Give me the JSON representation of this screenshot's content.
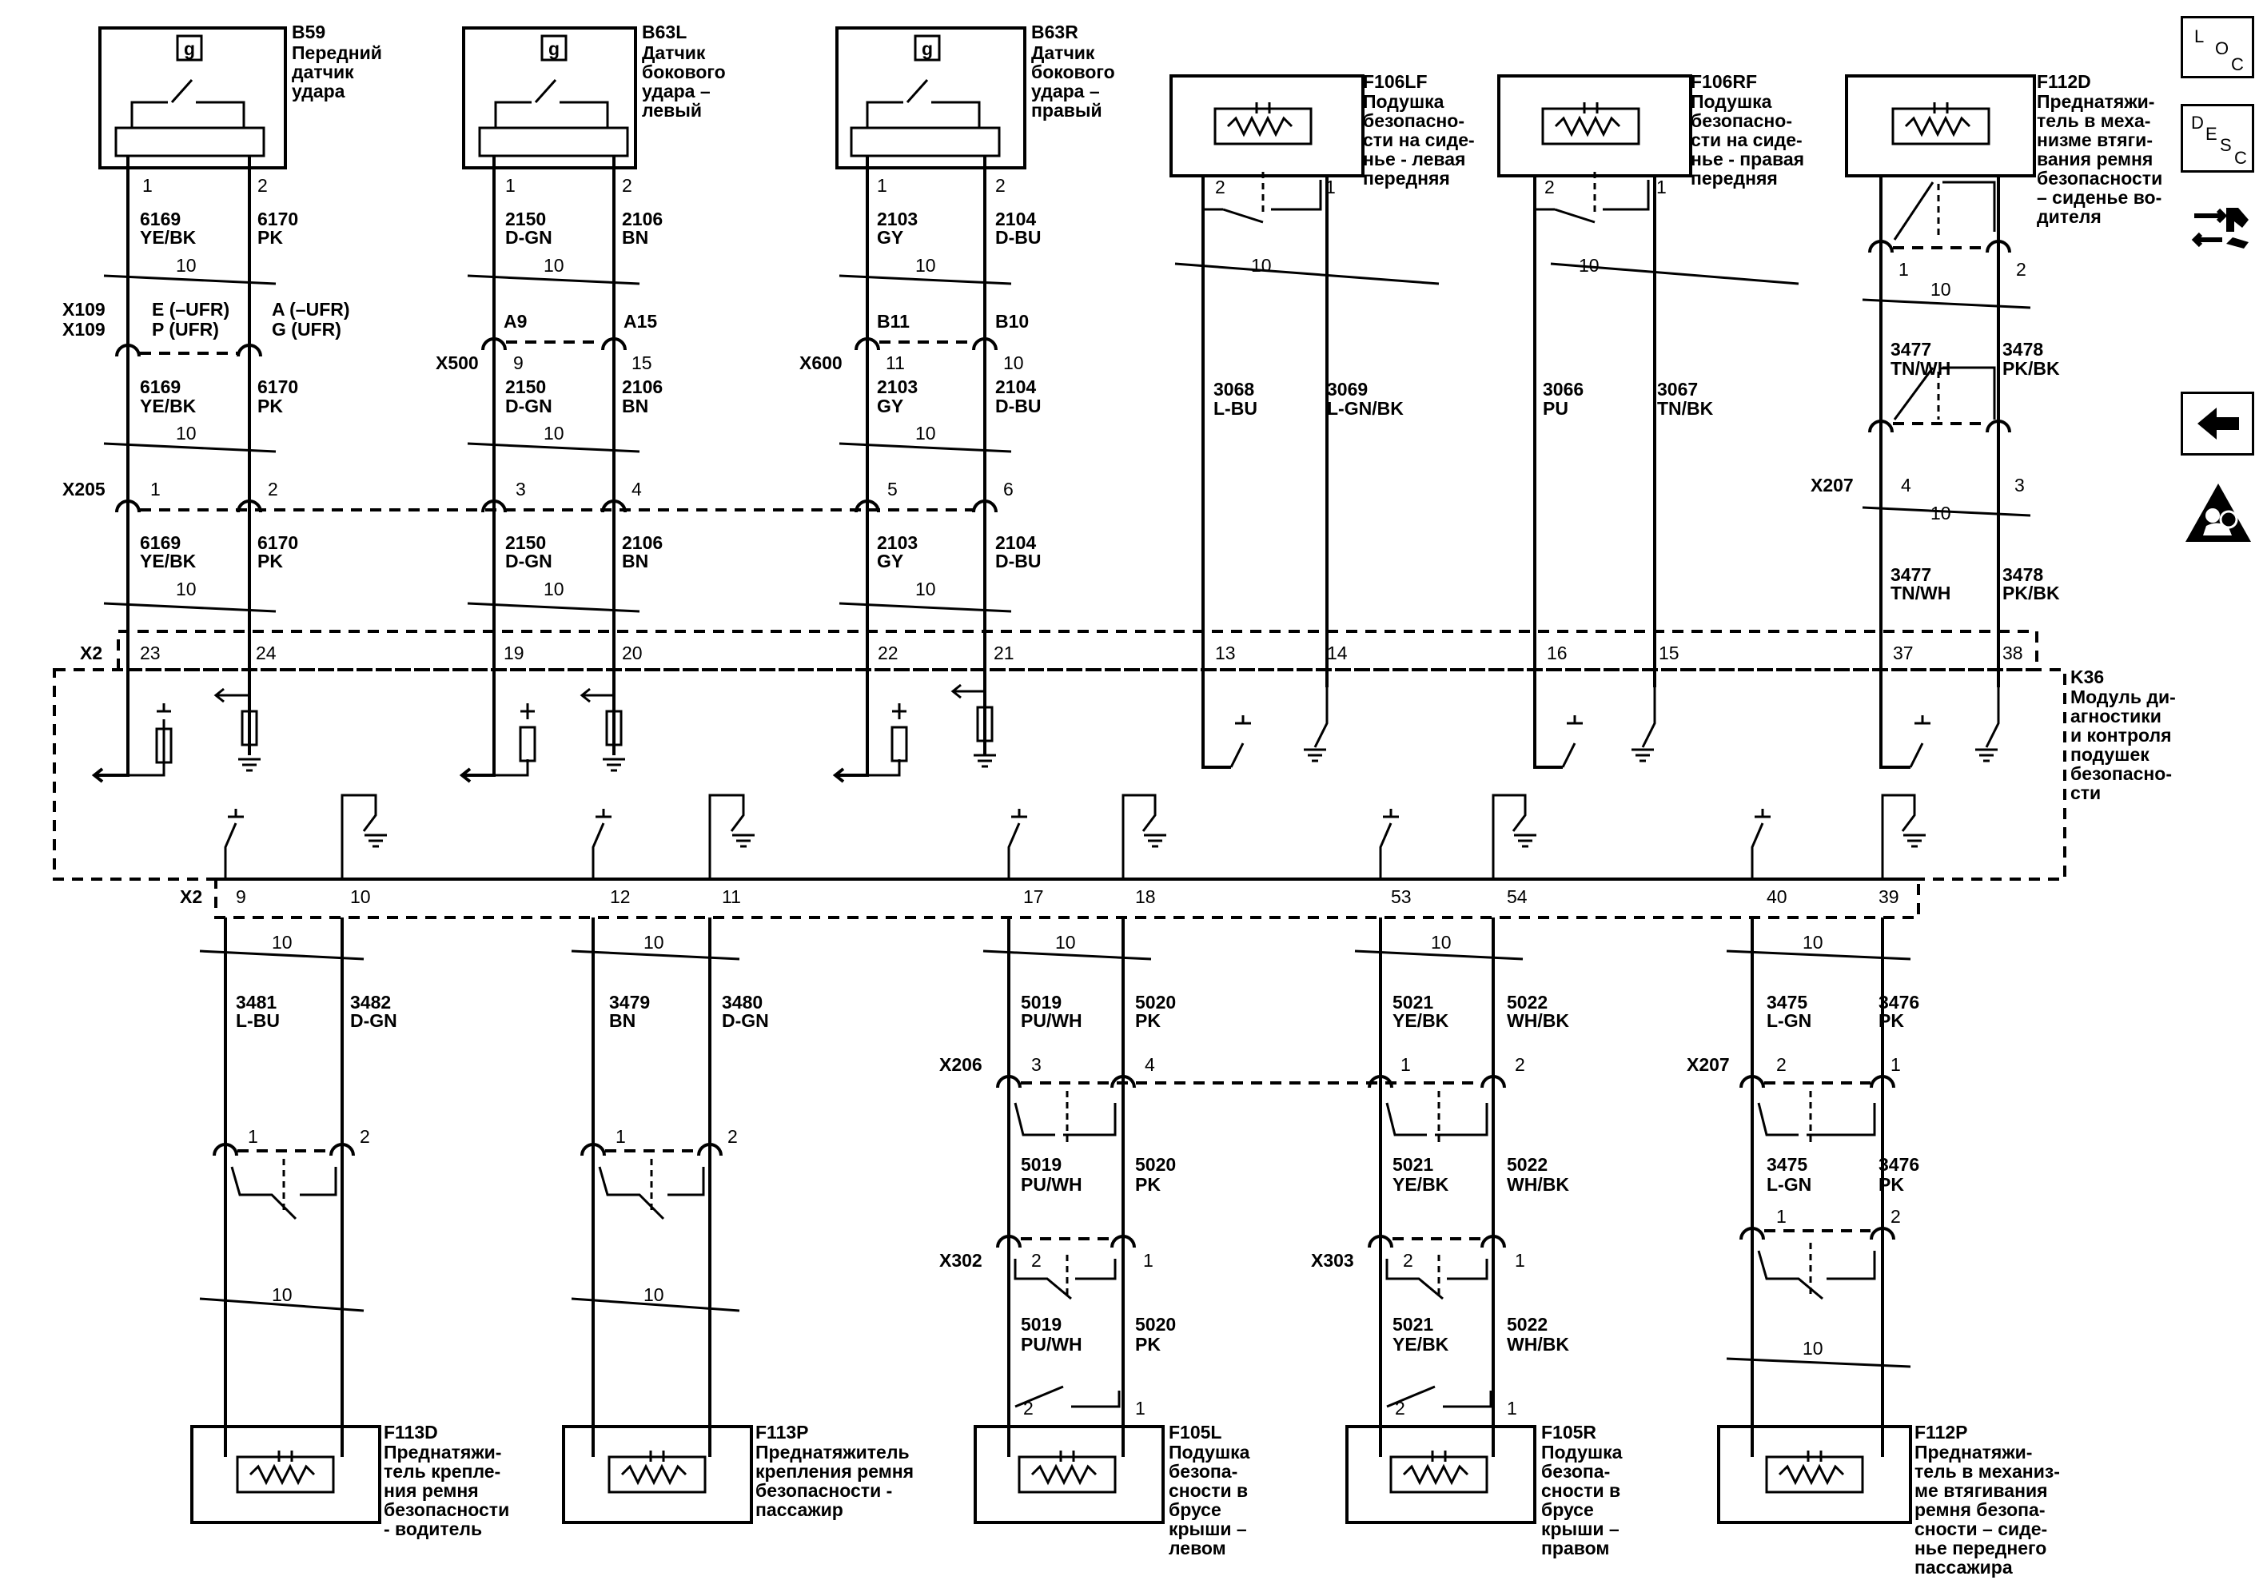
{
  "components": {
    "B59": {
      "code": "B59",
      "lines": [
        "Передний",
        "датчик",
        "удара"
      ]
    },
    "B63L": {
      "code": "B63L",
      "lines": [
        "Датчик",
        "бокового",
        "удара –",
        "левый"
      ]
    },
    "B63R": {
      "code": "B63R",
      "lines": [
        "Датчик",
        "бокового",
        "удара –",
        "правый"
      ]
    },
    "F106LF": {
      "code": "F106LF",
      "lines": [
        "Подушка",
        "безопасно-",
        "сти на сиде-",
        "нье - левая",
        "передняя"
      ]
    },
    "F106RF": {
      "code": "F106RF",
      "lines": [
        "Подушка",
        "безопасно-",
        "сти на сиде-",
        "нье - правая",
        "передняя"
      ]
    },
    "F112D": {
      "code": "F112D",
      "lines": [
        "Преднатяжи-",
        "тель в меха-",
        "низме втяги-",
        "вания ремня",
        "безопасности",
        "– сиденье во-",
        "дителя"
      ]
    },
    "K36": {
      "code": "K36",
      "lines": [
        "Модуль ди-",
        "агностики",
        "и контроля",
        "подушек",
        "безопасно-",
        "сти"
      ]
    },
    "F113D": {
      "code": "F113D",
      "lines": [
        "Преднатяжи-",
        "тель крепле-",
        "ния ремня",
        "безопасности",
        "- водитель"
      ]
    },
    "F113P": {
      "code": "F113P",
      "lines": [
        "Преднатяжитель",
        "крепления ремня",
        "безопасности -",
        "пассажир"
      ]
    },
    "F105L": {
      "code": "F105L",
      "lines": [
        "Подушка",
        "безопа-",
        "сности в",
        "брусе",
        "крыши –",
        "левом"
      ]
    },
    "F105R": {
      "code": "F105R",
      "lines": [
        "Подушка",
        "безопа-",
        "сности в",
        "брусе",
        "крыши –",
        "правом"
      ]
    },
    "F112P": {
      "code": "F112P",
      "lines": [
        "Преднатяжи-",
        "тель в механиз-",
        "ме втягивания",
        "ремня безопа-",
        "сности – сиде-",
        "нье переднего",
        "пассажира"
      ]
    }
  },
  "sensor_glyph": "g",
  "gauge_label": "10",
  "top_wires": {
    "b59": {
      "pins": [
        "1",
        "2"
      ],
      "w1": [
        "6169",
        "YE/BK"
      ],
      "w2": [
        "6170",
        "PK"
      ]
    },
    "b63l": {
      "pins": [
        "1",
        "2"
      ],
      "w1": [
        "2150",
        "D-GN"
      ],
      "w2": [
        "2106",
        "BN"
      ]
    },
    "b63r": {
      "pins": [
        "1",
        "2"
      ],
      "w1": [
        "2103",
        "GY"
      ],
      "w2": [
        "2104",
        "D-BU"
      ]
    },
    "f106lf": {
      "pins": [
        "2",
        "1"
      ],
      "w1": [
        "3068",
        "L-BU"
      ],
      "w2": [
        "3069",
        "L-GN/BK"
      ]
    },
    "f106rf": {
      "pins": [
        "2",
        "1"
      ],
      "w1": [
        "3066",
        "PU"
      ],
      "w2": [
        "3067",
        "TN/BK"
      ]
    },
    "f112d": {
      "pins": [
        "1",
        "2"
      ],
      "w1": [
        "3477",
        "TN/WH"
      ],
      "w2": [
        "3478",
        "PK/BK"
      ]
    }
  },
  "connectors_upper": {
    "x109": {
      "name1": "X109",
      "name2": "X109",
      "pinA": [
        "E (–UFR)",
        "P (UFR)"
      ],
      "pinB": [
        "A (–UFR)",
        "G (UFR)"
      ]
    },
    "x500": {
      "name": "X500",
      "top": [
        "A9",
        "A15"
      ],
      "bottom": [
        "9",
        "15"
      ]
    },
    "x600": {
      "name": "X600",
      "top": [
        "B11",
        "B10"
      ],
      "bottom": [
        "11",
        "10"
      ]
    },
    "x205": {
      "name": "X205",
      "pins": [
        "1",
        "2",
        "3",
        "4",
        "5",
        "6"
      ]
    },
    "x207u": {
      "name": "X207",
      "pins": [
        "4",
        "3"
      ]
    }
  },
  "x2_upper": {
    "name": "X2",
    "pins": [
      "23",
      "24",
      "19",
      "20",
      "22",
      "21",
      "13",
      "14",
      "16",
      "15",
      "37",
      "38"
    ]
  },
  "x2_lower": {
    "name": "X2",
    "pins": [
      "9",
      "10",
      "12",
      "11",
      "17",
      "18",
      "53",
      "54",
      "40",
      "39"
    ]
  },
  "bottom_wires": {
    "f113d": {
      "w1": [
        "3481",
        "L-BU"
      ],
      "w2": [
        "3482",
        "D-GN"
      ],
      "pins": [
        "1",
        "2"
      ]
    },
    "f113p": {
      "w1": [
        "3479",
        "BN"
      ],
      "w2": [
        "3480",
        "D-GN"
      ],
      "pins": [
        "1",
        "2"
      ]
    },
    "f105l": {
      "w1": [
        "5019",
        "PU/WH"
      ],
      "w2": [
        "5020",
        "PK"
      ],
      "x206": [
        "3",
        "4"
      ],
      "x302": [
        "2",
        "1"
      ],
      "pins": [
        "2",
        "1"
      ]
    },
    "f105r": {
      "w1": [
        "5021",
        "YE/BK"
      ],
      "w2": [
        "5022",
        "WH/BK"
      ],
      "x206": [
        "1",
        "2"
      ],
      "x303": [
        "2",
        "1"
      ],
      "pins": [
        "2",
        "1"
      ]
    },
    "f112p": {
      "w1": [
        "3475",
        "L-GN"
      ],
      "w2": [
        "3476",
        "PK"
      ],
      "x207": [
        "2",
        "1"
      ],
      "pins": [
        "1",
        "2"
      ]
    }
  },
  "connector_names": {
    "x206": "X206",
    "x302": "X302",
    "x303": "X303",
    "x207": "X207"
  },
  "nav": {
    "loc": [
      "L",
      "O",
      "C"
    ],
    "desc": [
      "D",
      "E",
      "S",
      "C"
    ]
  }
}
